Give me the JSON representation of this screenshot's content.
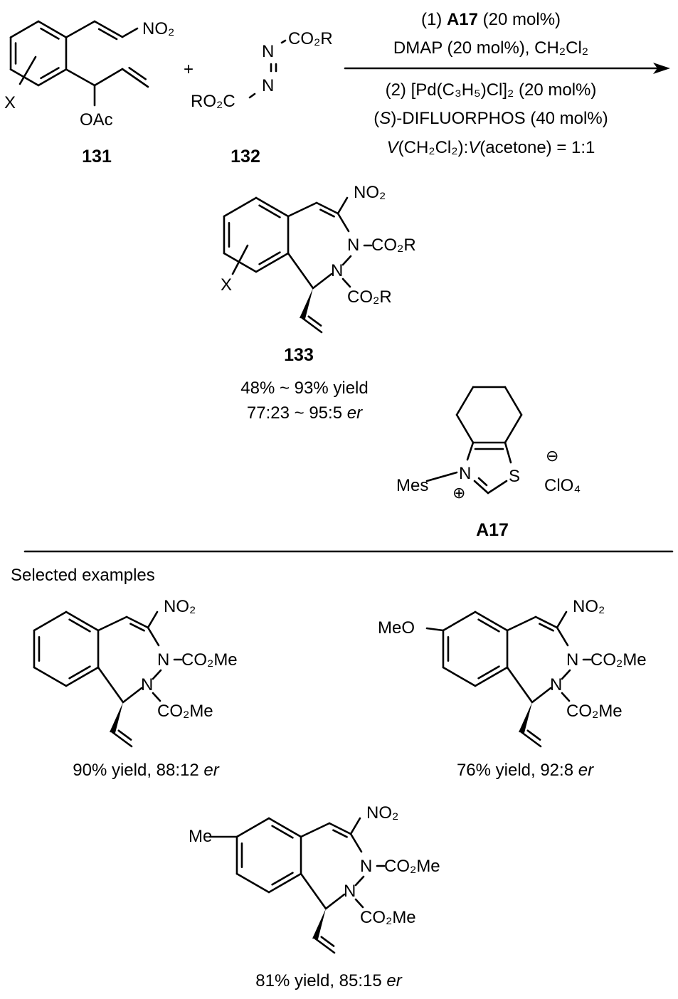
{
  "scheme": {
    "reactant_131": {
      "label": "131",
      "no2": "NO₂",
      "oac": "OAc",
      "x": "X"
    },
    "plus": "+",
    "reactant_132": {
      "label": "132",
      "n_top": "N",
      "n_bottom": "N",
      "co2r": "CO₂R",
      "ro2c": "RO₂C"
    },
    "conditions": {
      "step1_prefix": "(1) ",
      "step1_catalyst": "A17",
      "step1_suffix": " (20 mol%)",
      "line2": "DMAP (20 mol%), CH₂Cl₂",
      "line3": "(2) [Pd(C₃H₅)Cl]₂ (20 mol%)",
      "line4_open": "(",
      "line4_s": "S",
      "line4_rest": ")-DIFLUORPHOS (40 mol%)",
      "line5_v1": "V",
      "line5_a": "(CH₂Cl₂):",
      "line5_v2": "V",
      "line5_b": "(acetone) = 1:1"
    },
    "product_133": {
      "label": "133",
      "no2": "NO₂",
      "n1": "N",
      "n1_sub": "CO₂R",
      "n2": "N",
      "n2_sub": "CO₂R",
      "x": "X",
      "yield": "48% ~ 93% yield",
      "er_value": "77:23 ~ 95:5 ",
      "er_unit": "er"
    },
    "catalyst_A17": {
      "label": "A17",
      "n": "N",
      "s": "S",
      "mes": "Mes",
      "plus": "⊕",
      "minus": "⊖",
      "counterion": "ClO₄"
    }
  },
  "examples": {
    "heading": "Selected examples",
    "items": [
      {
        "substituent": "",
        "no2": "NO₂",
        "n1": "N",
        "n1_sub": "CO₂Me",
        "n2": "N",
        "n2_sub": "CO₂Me",
        "result": "90% yield, 88:12 ",
        "er_unit": "er"
      },
      {
        "substituent": "MeO",
        "no2": "NO₂",
        "n1": "N",
        "n1_sub": "CO₂Me",
        "n2": "N",
        "n2_sub": "CO₂Me",
        "result": "76% yield, 92:8 ",
        "er_unit": "er"
      },
      {
        "substituent": "Me",
        "no2": "NO₂",
        "n1": "N",
        "n1_sub": "CO₂Me",
        "n2": "N",
        "n2_sub": "CO₂Me",
        "result": "81% yield, 85:15 ",
        "er_unit": "er"
      }
    ]
  }
}
